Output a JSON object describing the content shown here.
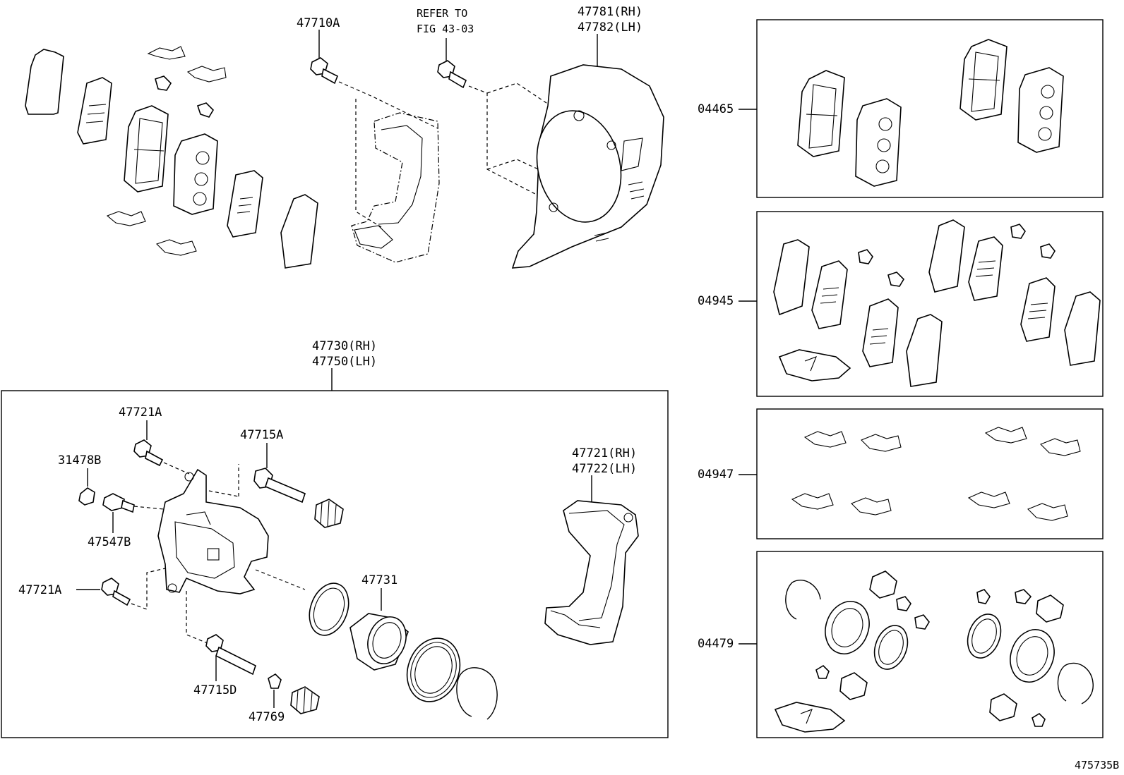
{
  "labels": {
    "bolt_47710a": "47710A",
    "refer_1": "REFER TO",
    "refer_2": "FIG 43-03",
    "shield_rh": "47781(RH)",
    "shield_lh": "47782(LH)",
    "caliper_rh": "47730(RH)",
    "caliper_lh": "47750(LH)",
    "bolt_47721a_top": "47721A",
    "cap_31478b": "31478B",
    "pin_47715a": "47715A",
    "bleeder_47547b": "47547B",
    "bolt_47721a_bottom": "47721A",
    "piston_47731": "47731",
    "pin_47715d": "47715D",
    "boot_47769": "47769",
    "mount_rh": "47721(RH)",
    "mount_lh": "47722(LH)",
    "kit_04465": "04465",
    "kit_04945": "04945",
    "kit_04947": "04947",
    "kit_04479": "04479",
    "figure_id": "475735B"
  }
}
